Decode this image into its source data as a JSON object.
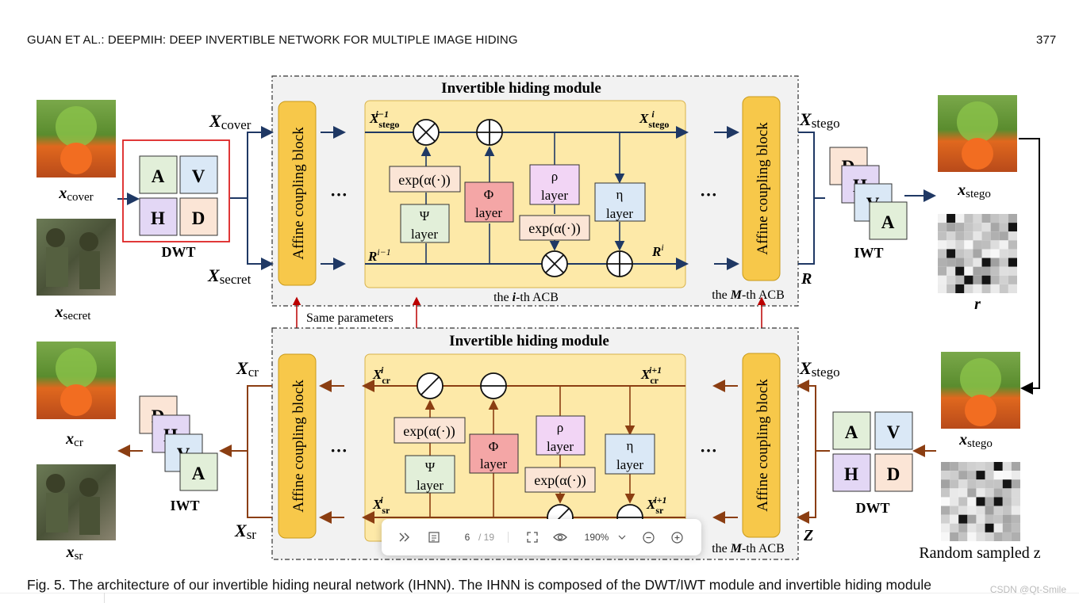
{
  "header": {
    "running_title": "GUAN ET AL.: DEEPMIH: DEEP INVERTIBLE NETWORK FOR MULTIPLE IMAGE HIDING",
    "page_number": "377"
  },
  "figure": {
    "module_title": "Invertible hiding module",
    "acb_label": "Affine coupling block",
    "dwt": "DWT",
    "iwt": "IWT",
    "subbands": [
      "A",
      "V",
      "H",
      "D"
    ],
    "exp_label": "exp(α(·))",
    "psi": "Ψ",
    "phi": "Φ",
    "rho": "ρ",
    "eta": "η",
    "layer": "layer",
    "ith_acb": "the i-th ACB",
    "mth_acb": "the M-th ACB",
    "same_params": "Same parameters",
    "dots": "···",
    "random_z": "Random sampled z",
    "vars": {
      "x_cover": "x",
      "x_secret": "x",
      "x_stego": "x",
      "x_cr": "x",
      "x_sr": "x",
      "r": "r",
      "R": "R",
      "Z": "Z"
    }
  },
  "caption": "Fig. 5. The architecture of our invertible hiding neural network (IHNN). The IHNN is composed of the DWT/IWT module and invertible hiding module",
  "watermark": "CSDN @Qt-Smile",
  "toolbar": {
    "page_current": "6",
    "page_total": "/ 19",
    "zoom": "190%"
  }
}
